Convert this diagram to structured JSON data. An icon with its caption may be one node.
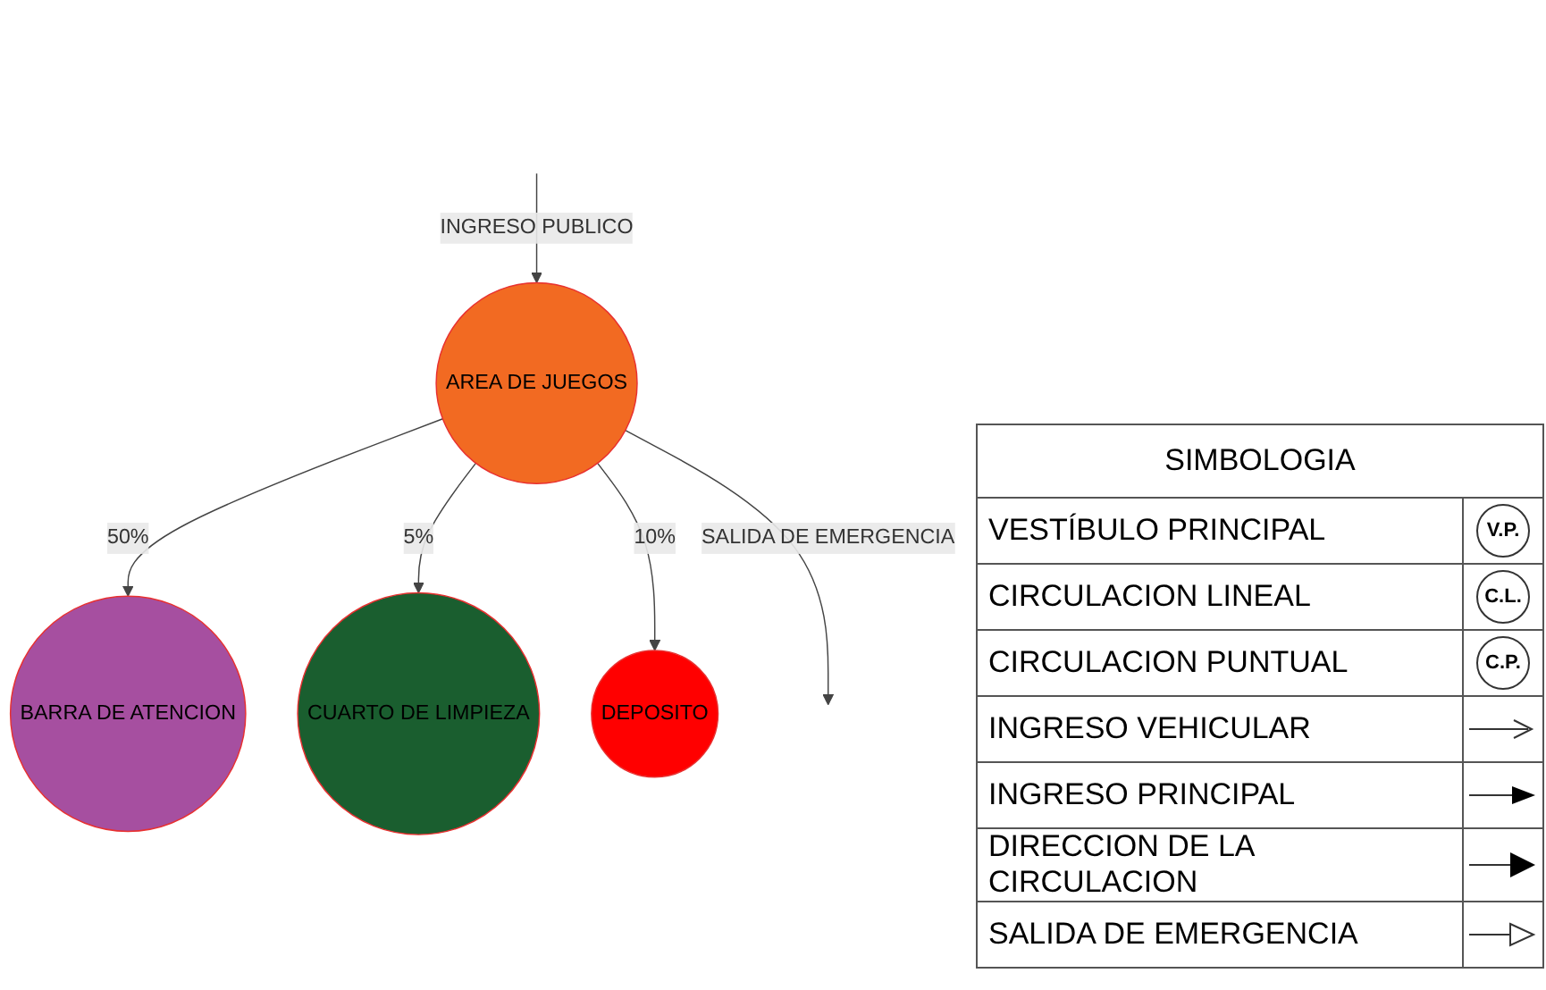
{
  "diagram": {
    "nodes": [
      {
        "text": [
          "AREA DE JUEGOS"
        ]
      },
      {
        "text": [
          "BARRA DE ATENCION"
        ]
      },
      {
        "text": [
          "CUARTO DE LIMPIEZA"
        ]
      },
      {
        "text": [
          "DEPOSITO"
        ]
      }
    ],
    "edges": [
      {
        "from": 0,
        "to": 1,
        "arrow": "to",
        "label": "50%"
      },
      {
        "from": 0,
        "to": 2,
        "arrow": "to",
        "label": "5%"
      },
      {
        "from": 0,
        "to": 3,
        "arrow": "to",
        "label": "10%"
      },
      {
        "from": 0,
        "to": null,
        "arrow": "to",
        "label": "SALIDA DE EMERGENCIA"
      },
      {
        "from": null,
        "to": 0,
        "arrow": "to",
        "label": "INGRESO PUBLICO"
      }
    ],
    "labels": [
      "SIMBOLOGIA",
      "V.P.",
      "C.L.",
      "C.P."
    ],
    "legend": [
      {
        "text": "VESTÍBULO PRINCIPAL"
      },
      {
        "text": "CIRCULACION LINEAL"
      },
      {
        "text": "CIRCULACION PUNTUAL"
      },
      {
        "text": "INGRESO VEHICULAR"
      },
      {
        "text": "INGRESO PRINCIPAL"
      },
      {
        "text": "DIRECCION DE LA CIRCULACION"
      },
      {
        "text": "SALIDA DE EMERGENCIA"
      }
    ]
  }
}
